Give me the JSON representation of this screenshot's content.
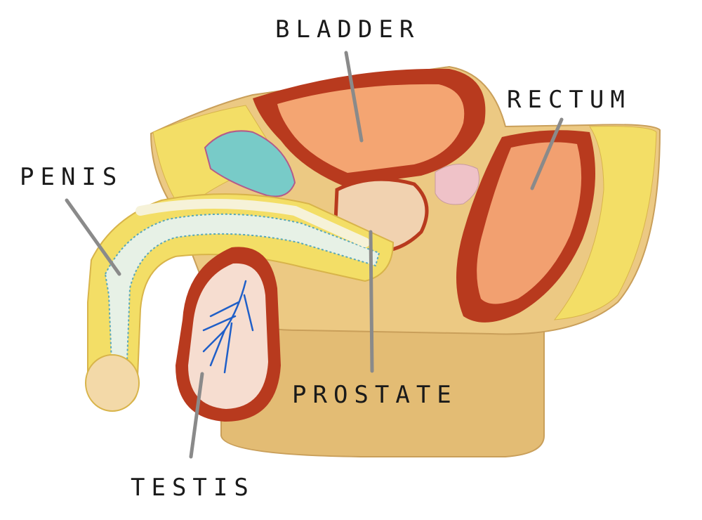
{
  "labels": {
    "bladder": "BLADDER",
    "rectum": "RECTUM",
    "penis": "PENIS",
    "prostate": "PROSTATE",
    "testis": "TESTIS"
  },
  "colors": {
    "background": "#ffffff",
    "base": "#e9c57f",
    "muscle": "#b83a1e",
    "bladder_lumen": "#f2a070",
    "fat": "#f2dd62",
    "vessel": "#6ec7c6",
    "leader_line": "#8a8a8a",
    "label_text": "#1a1a1a"
  }
}
